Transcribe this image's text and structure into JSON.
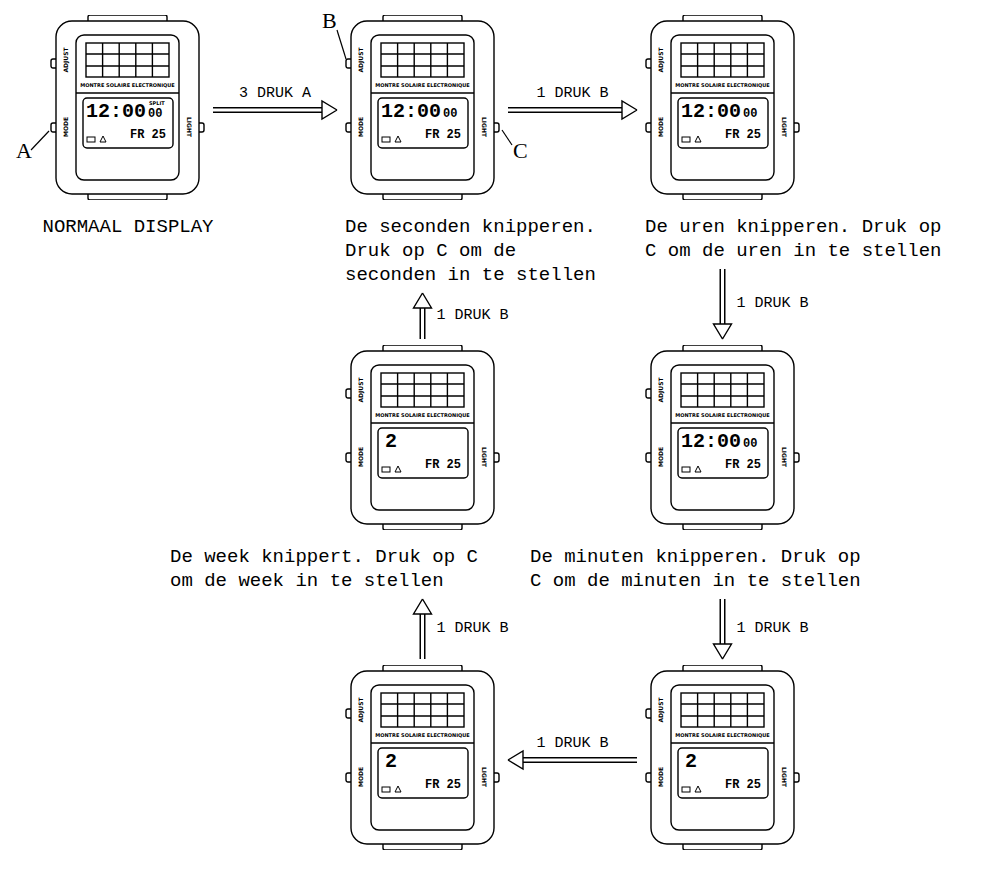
{
  "diagram": {
    "nodes": [
      {
        "text": [
          "NORMAAL DISPLAY",
          "ADJUST",
          "MONTRE SOLAIRE ELECTRONIQUE",
          "MODE",
          "LIGHT",
          "12:00",
          "00",
          "SPLIT",
          "FR 25"
        ]
      },
      {
        "text": [
          "De seconden knipperen. Druk op C om de seconden in te stellen",
          "ADJUST",
          "MONTRE SOLAIRE ELECTRONIQUE",
          "MODE",
          "LIGHT",
          "12:00",
          "00",
          "FR 25"
        ]
      },
      {
        "text": [
          "De uren knipperen. Druk op C om de uren in te stellen",
          "ADJUST",
          "MONTRE SOLAIRE ELECTRONIQUE",
          "MODE",
          "LIGHT",
          "12:00",
          "00",
          "FR 25"
        ]
      },
      {
        "text": [
          "De week knippert. Druk op C om de week in te stellen",
          "ADJUST",
          "MONTRE SOLAIRE ELECTRONIQUE",
          "MODE",
          "LIGHT",
          "2",
          "FR 25"
        ]
      },
      {
        "text": [
          "De minuten knipperen. Druk op C om de minuten in te stellen",
          "ADJUST",
          "MONTRE SOLAIRE ELECTRONIQUE",
          "MODE",
          "LIGHT",
          "12:00",
          "00",
          "FR 25"
        ]
      },
      {
        "text": [
          "ADJUST",
          "MONTRE SOLAIRE ELECTRONIQUE",
          "MODE",
          "LIGHT",
          "2",
          "FR 25"
        ]
      },
      {
        "text": [
          "ADJUST",
          "MONTRE SOLAIRE ELECTRONIQUE",
          "MODE",
          "LIGHT",
          "2",
          "FR 25"
        ]
      }
    ],
    "edges": [
      {
        "from": 0,
        "to": 1,
        "arrow": "to",
        "label": "3 DRUK A"
      },
      {
        "from": 1,
        "to": 2,
        "arrow": "to",
        "label": "1 DRUK B"
      },
      {
        "from": 2,
        "to": 4,
        "arrow": "to",
        "label": "1 DRUK B"
      },
      {
        "from": 4,
        "to": 6,
        "arrow": "to",
        "label": "1 DRUK B"
      },
      {
        "from": 6,
        "to": 5,
        "arrow": "to",
        "label": "1 DRUK B"
      },
      {
        "from": 5,
        "to": 3,
        "arrow": "to",
        "label": "1 DRUK B"
      },
      {
        "from": 3,
        "to": 1,
        "arrow": "to",
        "label": "1 DRUK B"
      }
    ],
    "labels": [
      "A",
      "B",
      "C"
    ]
  }
}
